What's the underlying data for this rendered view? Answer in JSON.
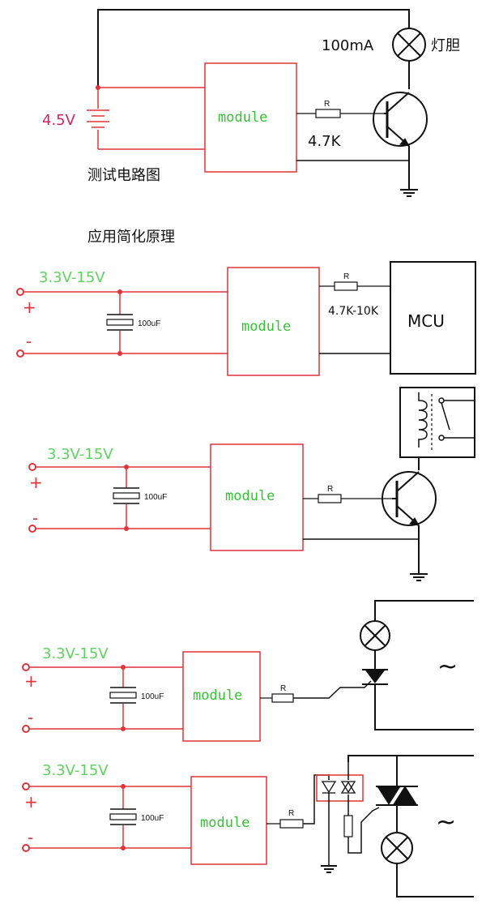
{
  "colors": {
    "wire_red": "#e0343a",
    "wire_black": "#111111",
    "label_green": "#5fd35f",
    "label_pink": "#d6245a",
    "module_text": "#35c235"
  },
  "test_circuit": {
    "voltage": "4.5V",
    "lamp_current": "100mA",
    "lamp_label": "灯胆",
    "module": "module",
    "resistor_symbol": "R",
    "resistor_value": "4.7K",
    "caption": "测试电路图"
  },
  "app_heading": "应用简化原理",
  "circuits": [
    {
      "voltage": "3.3V-15V",
      "cap": "100uF",
      "module": "module",
      "resistor_symbol": "R",
      "resistor_value": "4.7K-10K",
      "load": "MCU",
      "plus": "+",
      "minus": "-"
    },
    {
      "voltage": "3.3V-15V",
      "cap": "100uF",
      "module": "module",
      "resistor_symbol": "R",
      "plus": "+",
      "minus": "-"
    },
    {
      "voltage": "3.3V-15V",
      "cap": "100uF",
      "module": "module",
      "resistor_symbol": "R",
      "ac_symbol": "~",
      "plus": "+",
      "minus": "-"
    },
    {
      "voltage": "3.3V-15V",
      "cap": "100uF",
      "module": "module",
      "resistor_symbol": "R",
      "ac_symbol": "~",
      "plus": "+",
      "minus": "-"
    }
  ]
}
